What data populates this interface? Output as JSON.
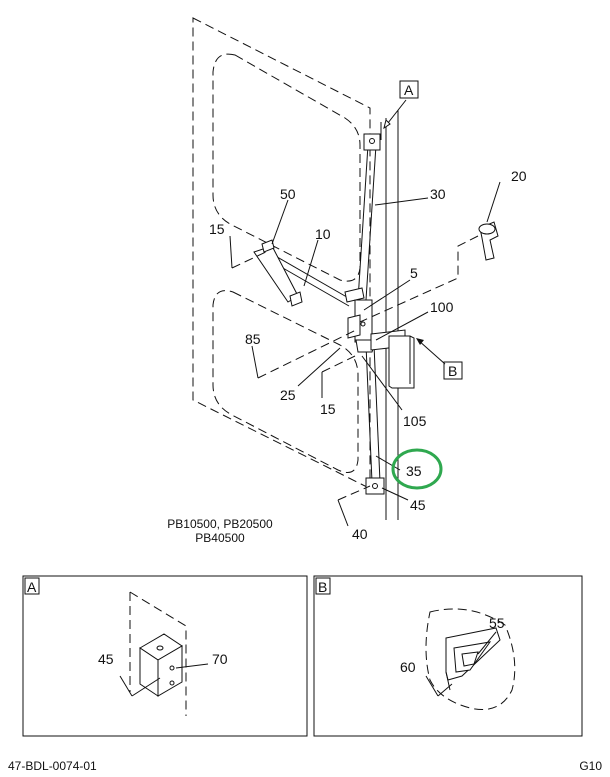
{
  "callouts": {
    "c20": "20",
    "c30": "30",
    "c50": "50",
    "c10": "10",
    "c15a": "15",
    "c5": "5",
    "c100": "100",
    "c85": "85",
    "c25": "25",
    "c15b": "15",
    "c105": "105",
    "c35": "35",
    "c45": "45",
    "c40": "40"
  },
  "views": {
    "a_letter": "A",
    "b_letter": "B",
    "a_box_letter": "A",
    "b_box_letter": "B"
  },
  "detail_a": {
    "c45": "45",
    "c70": "70"
  },
  "detail_b": {
    "c55": "55",
    "c60": "60"
  },
  "caption": {
    "line1": "PB10500, PB20500",
    "line2": "PB40500"
  },
  "footer": {
    "doc_id": "47-BDL-0074-01",
    "page_code": "G10"
  },
  "highlight": {
    "color": "#2fa84f"
  }
}
